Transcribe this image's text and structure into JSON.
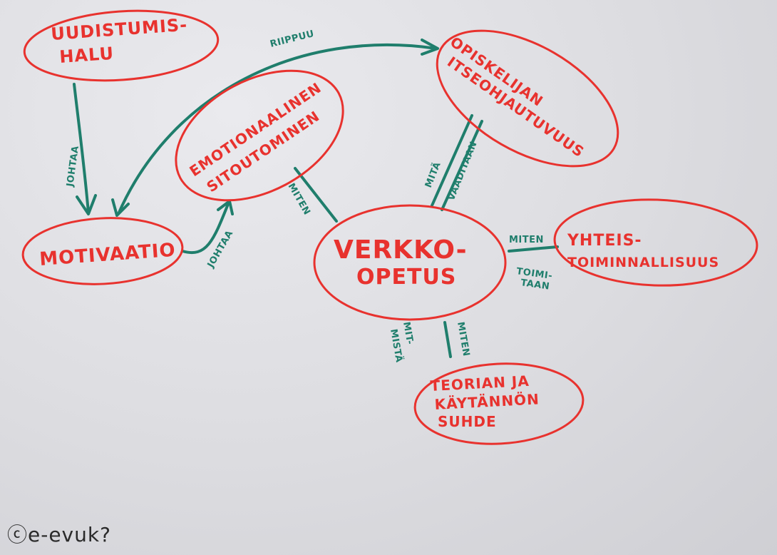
{
  "colors": {
    "node": "#e8322e",
    "edge": "#1f7e6c"
  },
  "nodes": {
    "uudistumishalu": {
      "line1": "UUDISTUMIS-",
      "line2": "HALU"
    },
    "motivaatio": {
      "line1": "MOTIVAATIO"
    },
    "emotionaalinen": {
      "line1": "EMOTIONAALINEN",
      "line2": "SITOUTOMINEN"
    },
    "opiskelijan": {
      "line1": "OPISKELIJAN",
      "line2": "ITSEOHJAUTUVUUS"
    },
    "verkko": {
      "line1": "VERKKO-",
      "line2": "OPETUS"
    },
    "yhteis": {
      "line1": "YHTEIS-",
      "line2": "TOIMINNALLISUUS"
    },
    "teorian": {
      "line1": "TEORIAN JA",
      "line2": "KÄYTÄNNÖN",
      "line3": "SUHDE"
    }
  },
  "edges": {
    "riippuu": "RIIPPUU",
    "johtaa_1": "JOHTAA",
    "johtaa_2": "JOHTAA",
    "miten_emot": "MITEN",
    "mita_1": "MITÄ",
    "mita_2": "VAADITAAN",
    "miten_yhteis": "MITEN",
    "toimitaan_1": "TOIMI-",
    "toimitaan_2": "TAAN",
    "miten_teorian": "MITEN",
    "mista_1": "MIT-",
    "mista_2": "MISTÄ"
  },
  "footer": {
    "copyright": "ⓒe-evuk?"
  }
}
